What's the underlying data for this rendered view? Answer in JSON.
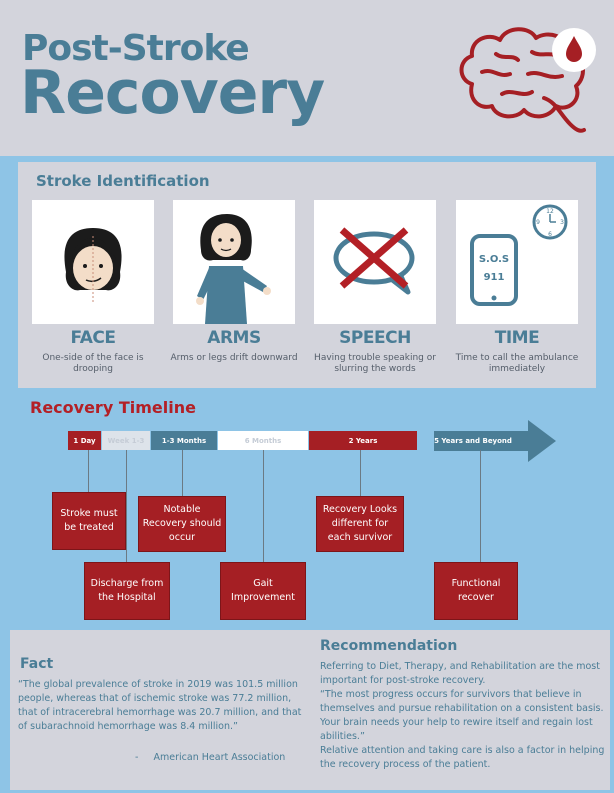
{
  "header": {
    "title_line1": "Post-Stroke",
    "title_line2": "Recovery"
  },
  "identification": {
    "title": "Stroke Identification",
    "cards": [
      {
        "label": "FACE",
        "desc": "One-side of the face is drooping",
        "icon": "face-icon"
      },
      {
        "label": "ARMS",
        "desc": "Arms or legs drift downward",
        "icon": "arms-icon"
      },
      {
        "label": "SPEECH",
        "desc": "Having trouble speaking or slurring the words",
        "icon": "speech-bubble-icon"
      },
      {
        "label": "TIME",
        "desc": "Time to call the ambulance immediately",
        "icon": "phone-clock-icon",
        "phone_text_1": "S.O.S",
        "phone_text_2": "911",
        "clock_numbers": [
          "12",
          "3",
          "6",
          "9"
        ]
      }
    ]
  },
  "timeline": {
    "title": "Recovery Timeline",
    "segments": [
      {
        "label": "1 Day",
        "color": "#a51f24"
      },
      {
        "label": "Week 1-3",
        "color": "#dde3ea"
      },
      {
        "label": "1-3 Months",
        "color": "#4a7d96"
      },
      {
        "label": "6 Months",
        "color": "#ffffff"
      },
      {
        "label": "2 Years",
        "color": "#a51f24"
      },
      {
        "label": "5 Years and Beyond",
        "color": "#4a7d96"
      }
    ],
    "events": [
      "Stroke must be treated",
      "Discharge from the Hospital",
      "Notable Recovery should occur",
      "Gait Improvement",
      "Recovery Looks different for each survivor",
      "Functional recover"
    ]
  },
  "fact": {
    "title": "Fact",
    "text": "“The global prevalence of stroke in 2019 was 101.5 million people, whereas that of ischemic stroke was 77.2 million, that of intracerebral hemorrhage was 20.7 million, and that of subarachnoid hemorrhage was 8.4 million.”",
    "source": "-     American Heart Association"
  },
  "recommendation": {
    "title": "Recommendation",
    "text": "Referring to Diet, Therapy, and Rehabilitation are the most important for post-stroke recovery.\n“The most progress occurs for survivors that believe in themselves and pursue rehabilitation on a consistent basis. Your brain needs your help to rewire itself and regain lost abilities.”\nRelative attention and taking care is also a factor in helping the recovery process of the patient."
  },
  "colors": {
    "accent_blue": "#4a7d96",
    "accent_red": "#a51f24",
    "background": "#8ec4e6",
    "panel": "#d3d4dc"
  }
}
